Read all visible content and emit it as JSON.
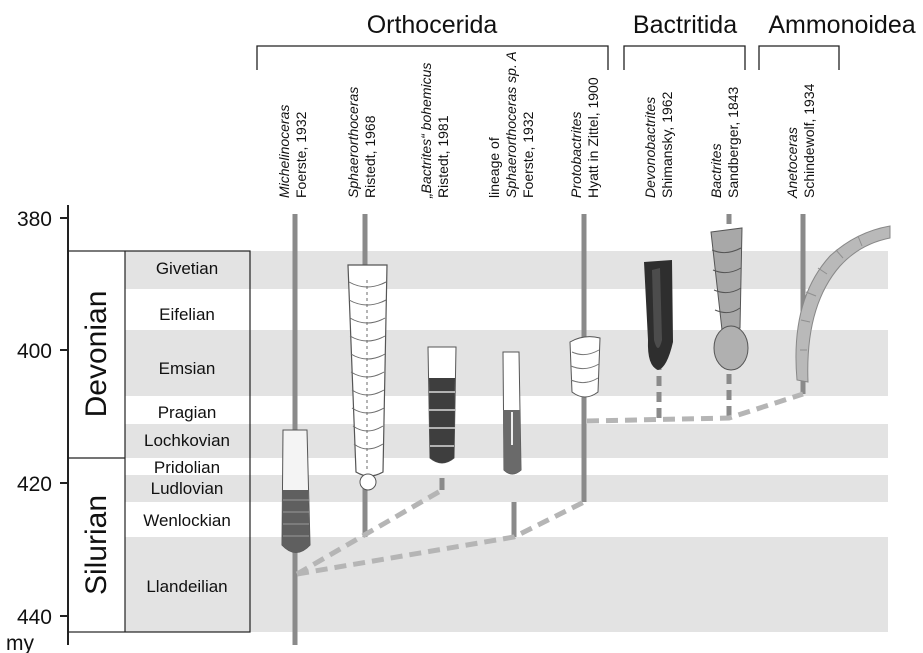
{
  "groups": {
    "orthocerida": "Orthocerida",
    "bactritida": "Bactritida",
    "ammonoidea": "Ammonoidea"
  },
  "taxa": [
    {
      "line1": "Michelinoceras",
      "line2": "Foerste, 1932"
    },
    {
      "line1": "Sphaerorthoceras",
      "line2": "Ristedt, 1968"
    },
    {
      "line1": "„Bactrites“ bohemicus",
      "line2": "Ristedt, 1981"
    },
    {
      "line1": "lineage of",
      "line2": "Sphaerorthoceras sp. A",
      "line3": "Foerste, 1932"
    },
    {
      "line1": "Protobactrites",
      "line2": "Hyatt in Zittel, 1900"
    },
    {
      "line1": "Devonobactrites",
      "line2": "Shimansky, 1962"
    },
    {
      "line1": "Bactrites",
      "line2": "Sandberger, 1843"
    },
    {
      "line1": "Anetoceras",
      "line2": "Schindewolf, 1934"
    }
  ],
  "axis": {
    "ticks": [
      "380",
      "400",
      "420",
      "440"
    ],
    "unit": "my"
  },
  "periods": [
    "Devonian",
    "Silurian"
  ],
  "stages": [
    "Givetian",
    "Eifelian",
    "Emsian",
    "Pragian",
    "Lochkovian",
    "Pridolian",
    "Ludlovian",
    "Wenlockian",
    "Llandeilian"
  ],
  "colors": {
    "band": "#e3e3e3",
    "lineage": "#8a8a8a",
    "dashed": "#b5b5b5",
    "shell_dark": "#5a5a5a"
  }
}
